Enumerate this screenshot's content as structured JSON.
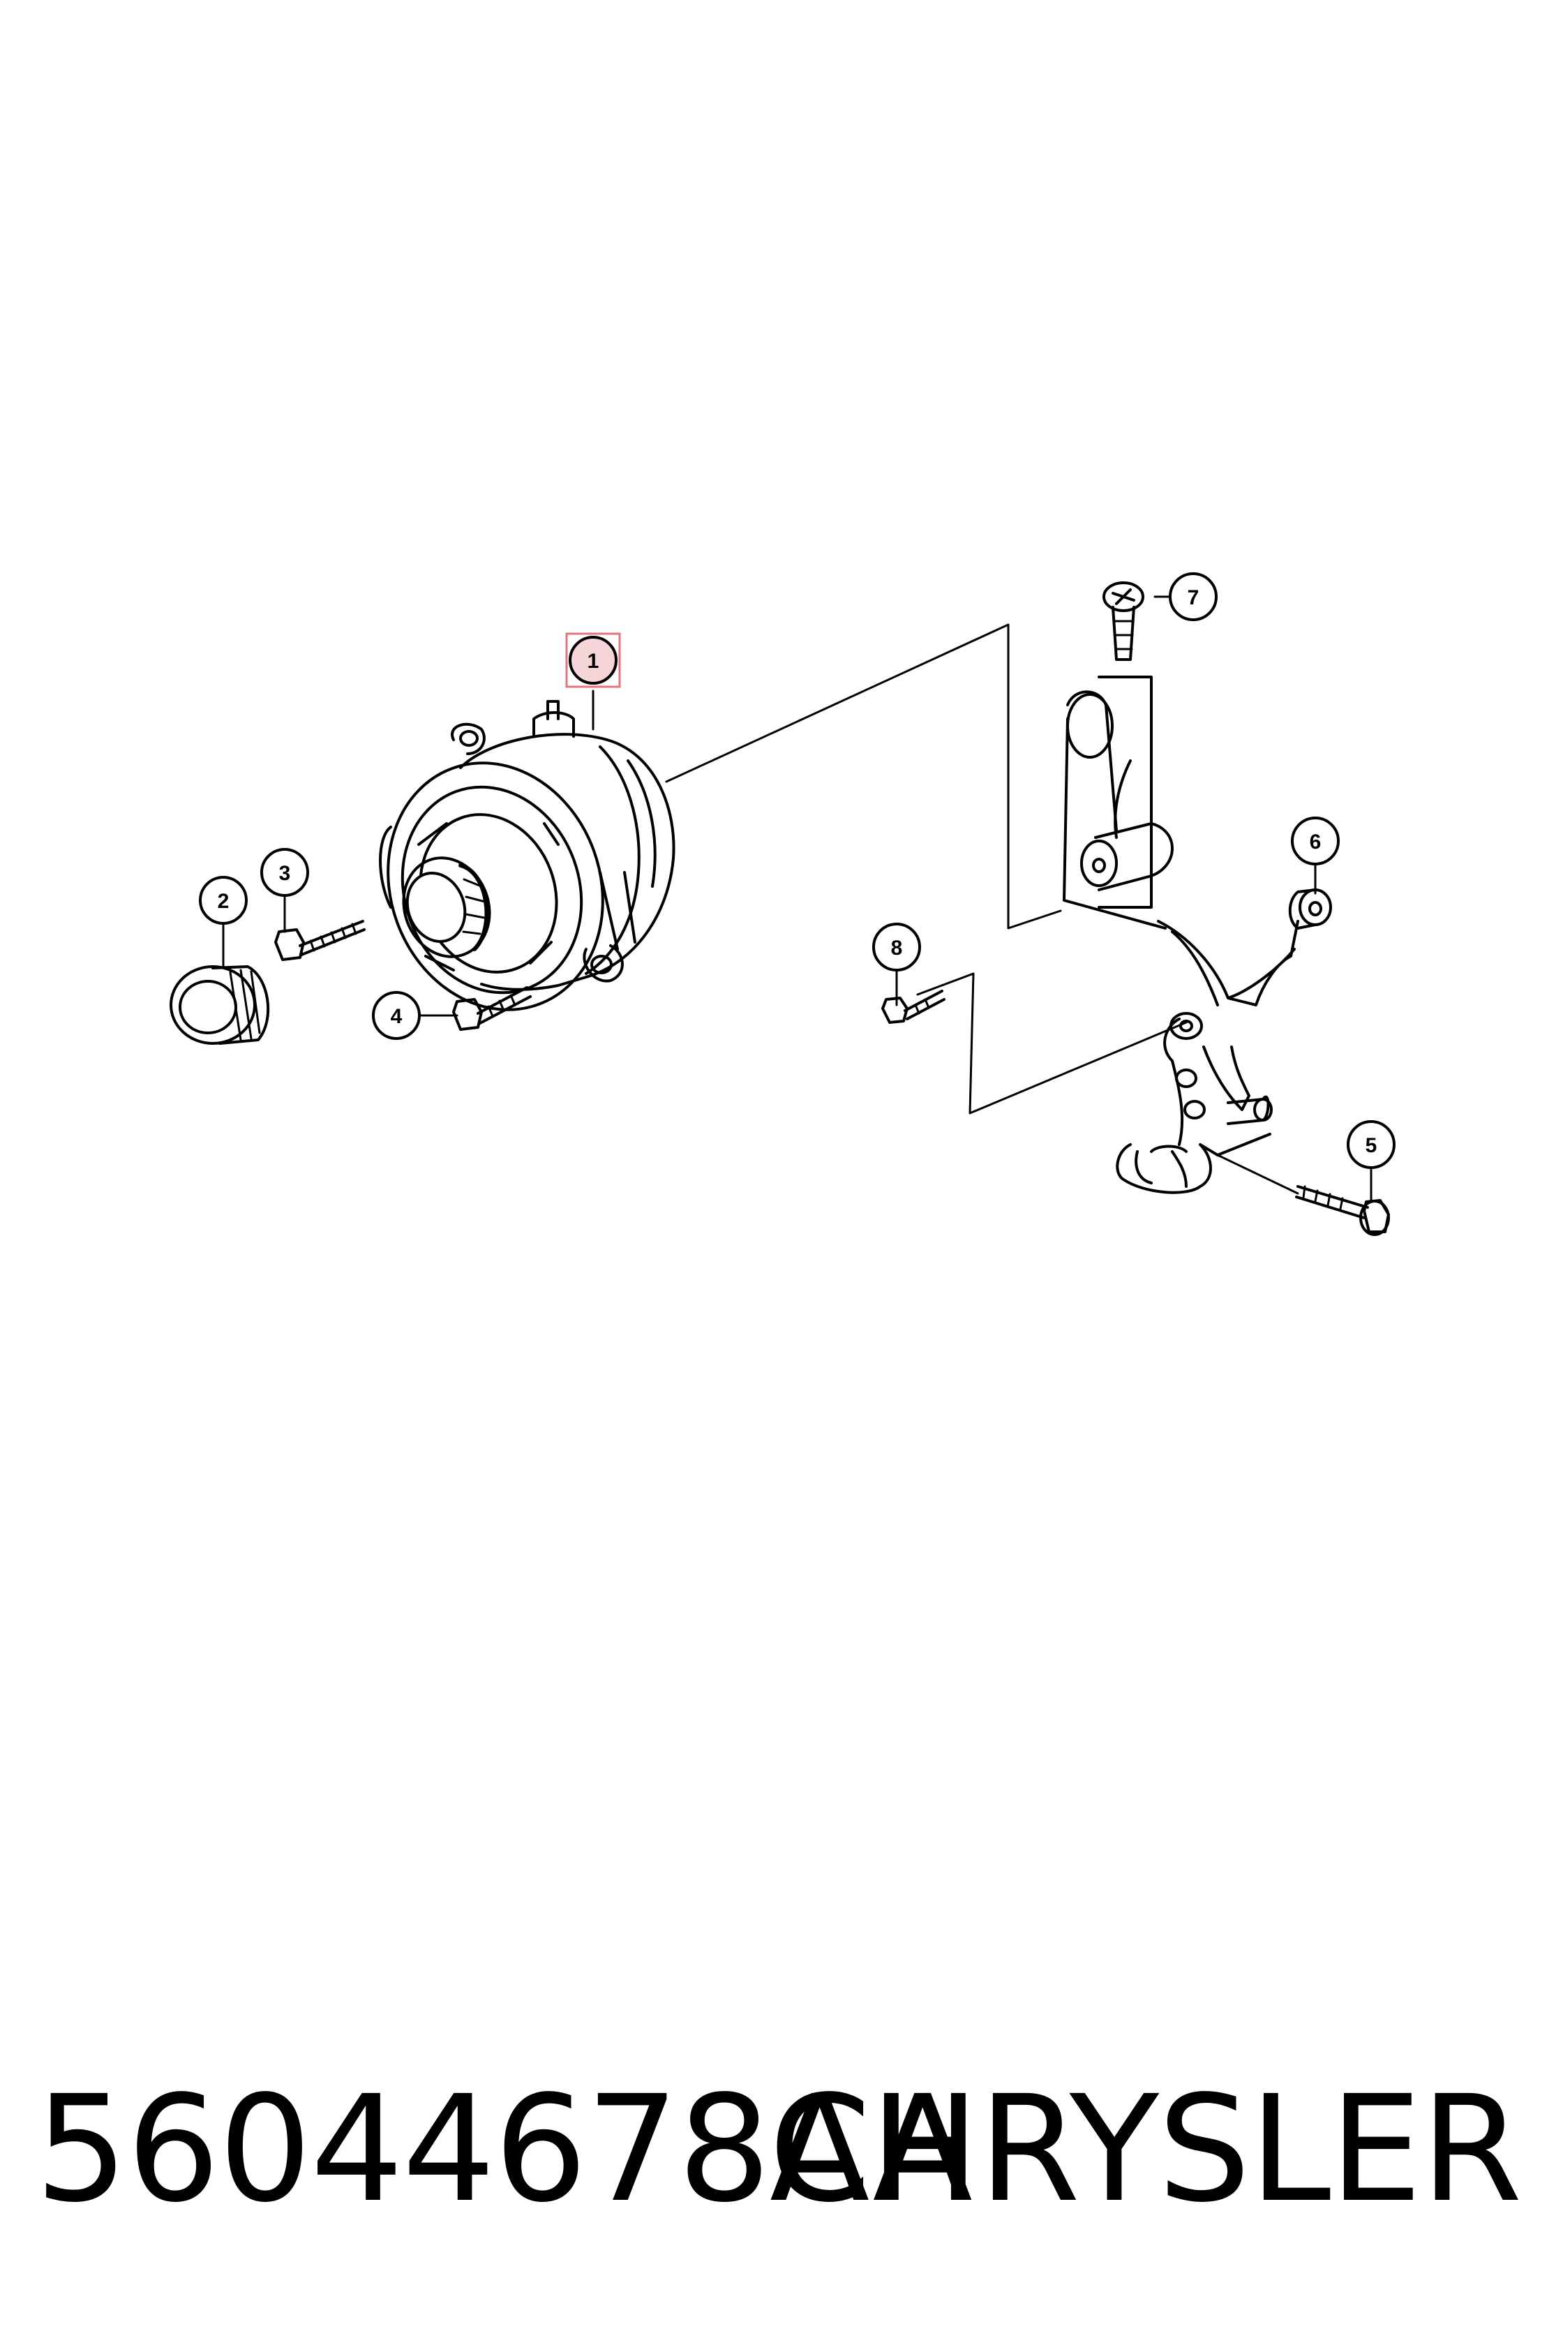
{
  "callouts": [
    "1",
    "2",
    "3",
    "4",
    "5",
    "6",
    "7",
    "8"
  ],
  "highlighted_callout": "1",
  "highlight_color": "#e5737a",
  "footer": {
    "part_number": "56044678AA",
    "brand": "CHRYSLER"
  }
}
